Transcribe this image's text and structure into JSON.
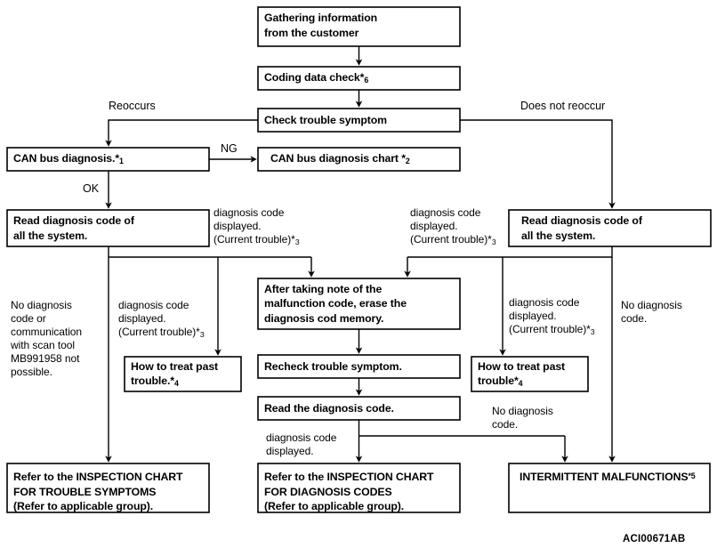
{
  "figure": {
    "code": "ACI00671AB",
    "background_color": "#ffffff",
    "line_color": "#000000"
  },
  "nodes": {
    "gathering_information": "Gathering information\nfrom the customer",
    "coding_data_check": "Coding data check*6",
    "check_trouble_symptom": "Check trouble symptom",
    "can_bus_diagnosis": "CAN bus diagnosis.*1",
    "can_bus_diagnosis_chart": "CAN bus diagnosis chart *2",
    "read_diagnosis_code_left": "Read diagnosis code of\nall the system.",
    "read_diagnosis_code_right": "Read diagnosis code of\nall the system.",
    "after_taking_note": "After taking note of the\nmalfunction code, erase the\ndiagnosis cod memory.",
    "recheck_trouble_symptom": "Recheck trouble symptom.",
    "read_the_diagnosis_code": "Read the diagnosis code.",
    "how_to_treat_past_trouble_left": "How to treat past\ntrouble.*4",
    "how_to_treat_past_trouble_right": "How to treat past\ntrouble*4",
    "refer_inspection_chart_trouble_symptoms": "Refer to the INSPECTION CHART\nFOR TROUBLE SYMPTOMS\n(Refer to applicable group).",
    "refer_inspection_chart_diagnosis_codes": "Refer to the INSPECTION CHART\nFOR DIAGNOSIS CODES\n(Refer to applicable group).",
    "intermittent_malfunctions": "INTERMITTENT MALFUNCTIONS*5"
  },
  "edge_labels": {
    "reoccurs": "Reoccurs",
    "does_not_reoccur": "Does not reoccur",
    "ng": "NG",
    "ok": "OK"
  },
  "notes": {
    "dcd_top_left": "diagnosis code\ndisplayed.\n(Current trouble)*3",
    "dcd_top_right": "diagnosis code\ndisplayed.\n(Current trouble)*3",
    "dcd_mid_left": "diagnosis  code\ndisplayed.\n(Current trouble)*3",
    "dcd_mid_right": "diagnosis code\ndisplayed.\n(Current trouble)*3",
    "no_diagnosis_code_left": "No diagnosis\ncode or\ncommunication\nwith scan tool\nMB991958 not\npossible.",
    "no_diagnosis_code_right": "No diagnosis\ncode.",
    "dcd_bottom": "diagnosis  code\ndisplayed.",
    "no_diagnosis_code_bottom": "No diagnosis\ncode."
  }
}
